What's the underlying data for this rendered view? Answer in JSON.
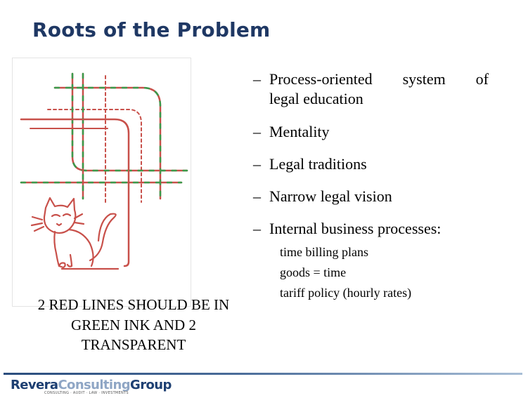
{
  "slide": {
    "title": "Roots of the Problem",
    "caption": [
      "2 RED LINES SHOULD BE IN",
      "GREEN INK AND 2",
      "TRANSPARENT"
    ],
    "bullet_marker": "–",
    "bullets": [
      {
        "line1": [
          "Process-oriented",
          "system",
          "of"
        ],
        "line2": "legal education"
      },
      {
        "text": "Mentality"
      },
      {
        "text": "Legal traditions"
      },
      {
        "text": "Narrow legal vision"
      },
      {
        "text": "Internal business processes:"
      }
    ],
    "sub_items": [
      "time billing plans",
      "goods = time",
      "tariff policy (hourly rates)"
    ]
  },
  "footer": {
    "logo_parts": [
      "Revera",
      "Consulting",
      "Group"
    ],
    "tagline": "CONSULTING · AUDIT · LAW · INVESTMENTS"
  },
  "colors": {
    "title": "#1f3864",
    "line_red": "#c8504a",
    "line_green": "#3a9a4a",
    "logo_dark": "#1d3f72",
    "logo_light": "#8fa6c5"
  }
}
